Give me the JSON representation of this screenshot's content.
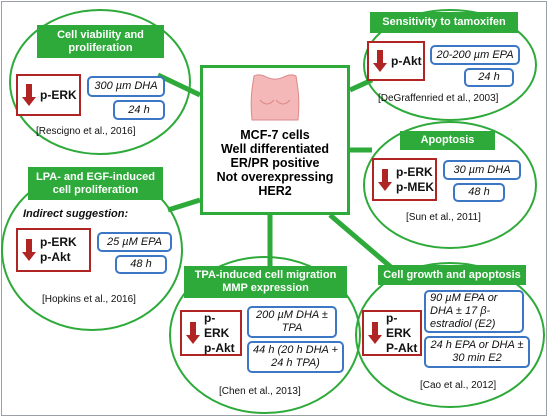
{
  "center": {
    "lines": [
      "MCF-7 cells",
      "Well differentiated",
      "ER/PR positive",
      "Not overexpressing",
      "HER2"
    ]
  },
  "panels": {
    "viability": {
      "title": "Cell viability and proliferation",
      "markers": [
        "p-ERK"
      ],
      "conditions": [
        "300 µm DHA",
        "24 h"
      ],
      "ref": "[Rescigno et al., 2016]"
    },
    "tamoxifen": {
      "title": "Sensitivity to tamoxifen",
      "markers": [
        "p-Akt"
      ],
      "conditions": [
        "20-200 µm EPA",
        "24 h"
      ],
      "ref": "[DeGraffenried et al., 2003]"
    },
    "apoptosis": {
      "title": "Apoptosis",
      "markers": [
        "p-ERK",
        "p-MEK"
      ],
      "conditions": [
        "30 µm DHA",
        "48 h"
      ],
      "ref": "[Sun et al., 2011]"
    },
    "lpa": {
      "title": "LPA- and EGF-induced cell proliferation",
      "note": "Indirect suggestion:",
      "markers": [
        "p-ERK",
        "p-Akt"
      ],
      "conditions": [
        "25 µM EPA",
        "48 h"
      ],
      "ref": "[Hopkins et al., 2016]"
    },
    "tpa": {
      "title": "TPA-induced cell migration MMP expression",
      "markers": [
        "p-ERK",
        "p-Akt"
      ],
      "conditions": [
        "200 µM DHA ± TPA",
        "44 h (20 h DHA + 24 h TPA)"
      ],
      "ref": "[Chen et al., 2013]"
    },
    "growth": {
      "title": "Cell growth and apoptosis",
      "markers": [
        "p-ERK",
        "P-Akt"
      ],
      "conditions": [
        "90 µM EPA or DHA ± 17 β-estradiol (E2)",
        "24 h  EPA or DHA ± 30 min E2"
      ],
      "ref": "[Cao et al., 2012]"
    }
  },
  "colors": {
    "green": "#2eaa3a",
    "red": "#b02424",
    "blue": "#3b77c4"
  }
}
